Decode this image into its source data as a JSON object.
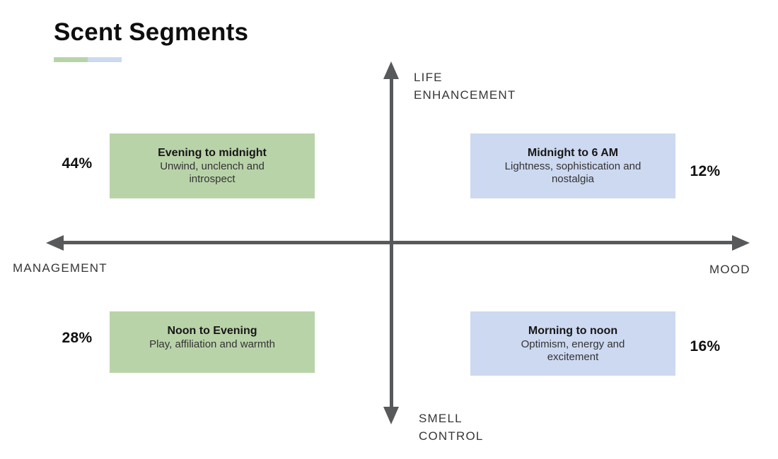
{
  "title": "Scent Segments",
  "colors": {
    "green": "#b9d3a9",
    "blue": "#cdd9f1",
    "axis": "#58595b"
  },
  "axes": {
    "top_line1": "LIFE",
    "top_line2": "ENHANCEMENT",
    "bottom_line1": "SMELL",
    "bottom_line2": "CONTROL",
    "left": "MANAGEMENT",
    "right": "MOOD"
  },
  "quadrants": [
    {
      "position": "top-left",
      "title": "Evening to midnight",
      "desc": "Unwind, unclench and introspect",
      "pct": "44%",
      "color": "#b9d3a9"
    },
    {
      "position": "top-right",
      "title": "Midnight to 6 AM",
      "desc": "Lightness, sophistication and nostalgia",
      "pct": "12%",
      "color": "#cdd9f1"
    },
    {
      "position": "bottom-left",
      "title": "Noon to Evening",
      "desc": "Play, affiliation and warmth",
      "pct": "28%",
      "color": "#b9d3a9"
    },
    {
      "position": "bottom-right",
      "title": "Morning to noon",
      "desc": "Optimism, energy and excitement",
      "pct": "16%",
      "color": "#cdd9f1"
    }
  ]
}
